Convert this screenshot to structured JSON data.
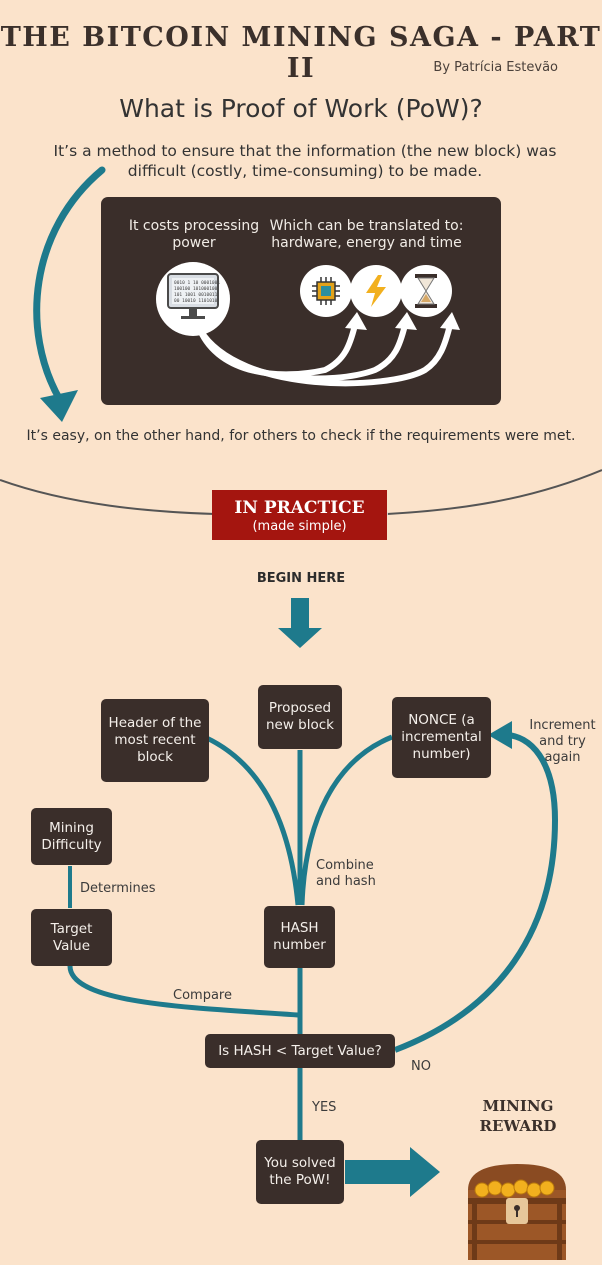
{
  "header": {
    "title": "THE BITCOIN MINING SAGA - PART II",
    "byline": "By Patrícia Estevão"
  },
  "pow": {
    "question": "What is Proof of Work (PoW)?",
    "definition": "It’s a method to ensure that the information (the new block) was difficult (costly, time-consuming) to be made.",
    "costs_label": "It costs processing power",
    "translated_label": "Which can be translated to: hardware, energy and time",
    "check_text": "It’s easy, on the other hand, for others to check if the requirements were met.",
    "monitor_binary": [
      "0010 1 10 0001001",
      "100100 101000100",
      "101 1001 0010011",
      "00 10010 1101010"
    ]
  },
  "practice": {
    "title": "IN PRACTICE",
    "subtitle": "(made simple)"
  },
  "flow": {
    "begin": "BEGIN HERE",
    "header_box": "Header of the most recent block",
    "proposed_box": "Proposed new block",
    "nonce_box": "NONCE (a incremental number)",
    "increment_label": "Increment and try again",
    "difficulty_box": "Mining Difficulty",
    "determines_label": "Determines",
    "target_box": "Target Value",
    "combine_label": "Combine and hash",
    "hash_box": "HASH number",
    "compare_label": "Compare",
    "decision_box": "Is HASH < Target Value?",
    "no_label": "NO",
    "yes_label": "YES",
    "solved_box": "You solved the PoW!",
    "reward_title": "MINING REWARD"
  },
  "colors": {
    "background": "#fbe3cb",
    "box": "#3a2e2a",
    "teal": "#1e7a8c",
    "banner": "#a4150f"
  }
}
